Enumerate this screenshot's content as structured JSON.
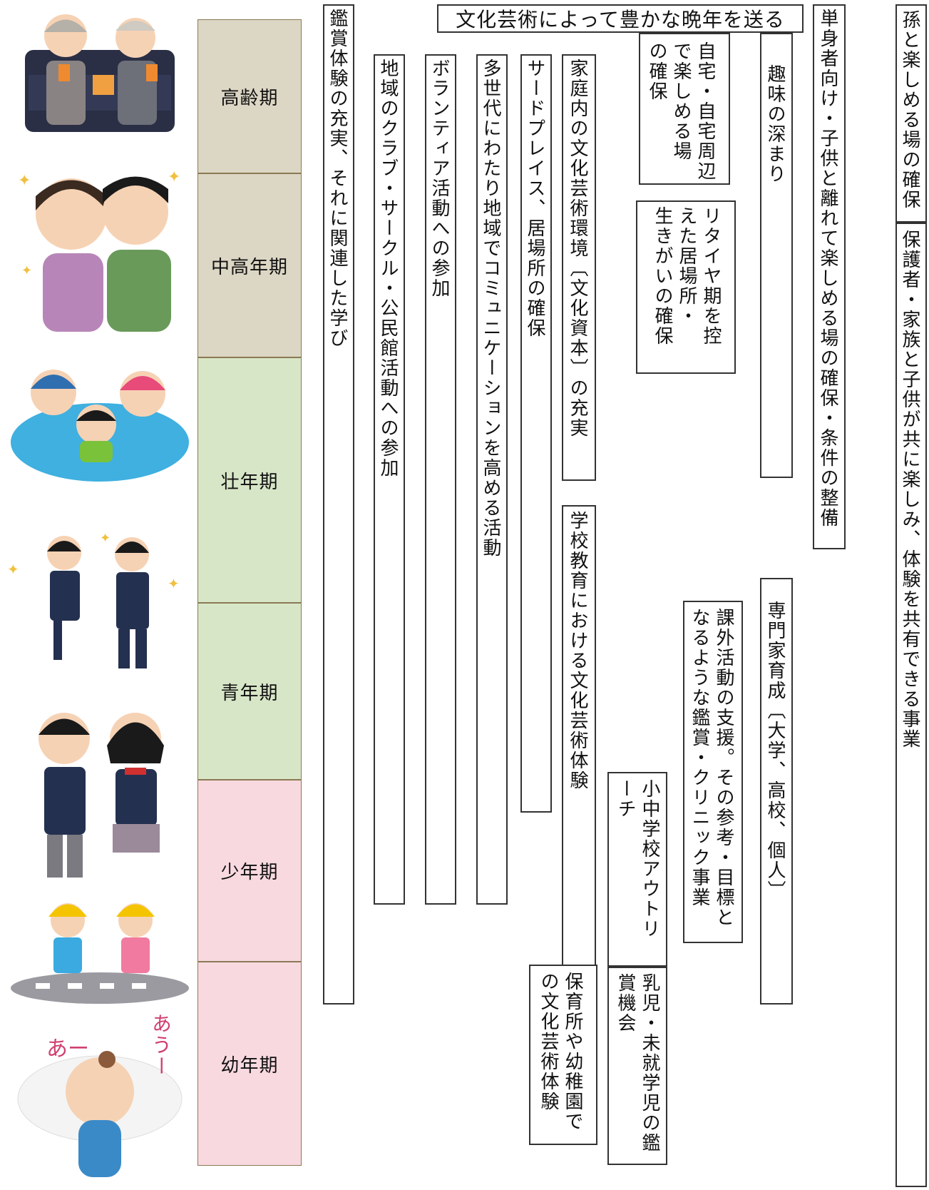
{
  "stages": [
    {
      "key": "elderly",
      "label": "高齢期"
    },
    {
      "key": "middle",
      "label": "中高年期"
    },
    {
      "key": "prime",
      "label": "壮年期"
    },
    {
      "key": "youth",
      "label": "青年期"
    },
    {
      "key": "boyhood",
      "label": "少年期"
    },
    {
      "key": "infancy",
      "label": "幼年期"
    }
  ],
  "header": "文化芸術によって豊かな晩年を送る",
  "bars": {
    "appreciation": "鑑賞体験の充実、それに関連した学び",
    "club": "地域のクラブ・サークル・公民館活動への参加",
    "volunteer": "ボランティア活動への参加",
    "multigen": "多世代にわたり地域でコミュニケーションを高める活動",
    "third_place": "サードプレイス、居場所の確保",
    "family_env": "家庭内の文化芸術環境〔文化資本〕の充実",
    "home": "自宅・自宅周辺\nで楽しめる場\nの確保",
    "retire": "リタイヤ期を控\nえた居場所・\n生きがいの確保",
    "hobby": "趣味の深まり",
    "single": "単身者向け・子供と離れて楽しめる場の確保・条件の整備",
    "grandchild": "孫と楽しめる場の確保",
    "parents": "保護者・家族と子供が共に楽しみ、体験を共有できる事業",
    "school": "学校教育における文化芸術体験",
    "specialist": "専門家育成〔大学、高校、個人〕",
    "extracurricular": "課外活動の支援。その参考・目標と\nなるような鑑賞・クリニック事業",
    "outreach": "小中学校アウトリ\nーチ",
    "nursery": "保育所や幼稚園で\nの文化芸術体験",
    "infant": "乳児・未就学児の鑑\n賞機会"
  },
  "illustrations": {
    "elderly": "elderly-couple-cinema-illustration",
    "middle": "middle-aged-couple-illustration",
    "prime": "family-pool-illustration",
    "youth": "young-business-people-illustration",
    "students": "students-uniform-illustration",
    "boyhood": "schoolchildren-crosswalk-illustration",
    "infancy": "baby-illustration"
  },
  "handwriting": [
    "あー",
    "あうー"
  ]
}
